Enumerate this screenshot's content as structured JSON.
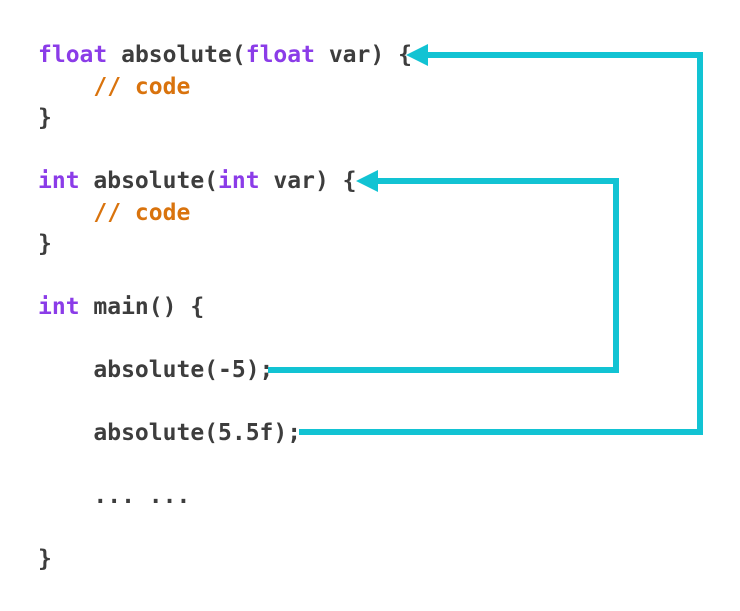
{
  "colors": {
    "background": "#ffffff",
    "code_text": "#3d3d3d",
    "keyword": "#8b3ce8",
    "comment": "#d9730d",
    "arrow": "#12c3d3"
  },
  "code": {
    "language": "cpp",
    "lines": [
      {
        "segments": [
          {
            "style": "kw",
            "text": "float"
          },
          {
            "style": "txt",
            "text": " absolute("
          },
          {
            "style": "kw",
            "text": "float"
          },
          {
            "style": "txt",
            "text": " var) {"
          }
        ]
      },
      {
        "segments": [
          {
            "style": "com",
            "text": "    // code"
          }
        ]
      },
      {
        "segments": [
          {
            "style": "txt",
            "text": "}"
          }
        ]
      },
      {
        "segments": []
      },
      {
        "segments": [
          {
            "style": "kw",
            "text": "int"
          },
          {
            "style": "txt",
            "text": " absolute("
          },
          {
            "style": "kw",
            "text": "int"
          },
          {
            "style": "txt",
            "text": " var) {"
          }
        ]
      },
      {
        "segments": [
          {
            "style": "com",
            "text": "    // code"
          }
        ]
      },
      {
        "segments": [
          {
            "style": "txt",
            "text": "}"
          }
        ]
      },
      {
        "segments": []
      },
      {
        "segments": [
          {
            "style": "kw",
            "text": "int"
          },
          {
            "style": "txt",
            "text": " main() {"
          }
        ]
      },
      {
        "segments": []
      },
      {
        "segments": [
          {
            "style": "txt",
            "text": "    absolute(-5);"
          }
        ]
      },
      {
        "segments": []
      },
      {
        "segments": [
          {
            "style": "txt",
            "text": "    absolute(5.5f);"
          }
        ]
      },
      {
        "segments": []
      },
      {
        "segments": [
          {
            "style": "txt",
            "text": "    ... ..."
          }
        ]
      },
      {
        "segments": []
      },
      {
        "segments": [
          {
            "style": "txt",
            "text": "}"
          }
        ]
      }
    ]
  },
  "arrows": [
    {
      "from_call": "absolute(5.5f);",
      "to_function": "float absolute(float var)"
    },
    {
      "from_call": "absolute(-5);",
      "to_function": "int absolute(int var)"
    }
  ]
}
